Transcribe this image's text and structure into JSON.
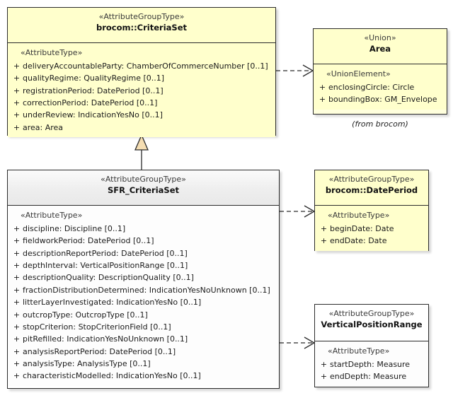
{
  "diagram": {
    "kind": "uml-class-diagram",
    "colors": {
      "class_fill_yellow": "#ffffcc",
      "class_fill_white": "#ffffff",
      "header_grey": "#eeeeee",
      "border": "#2b2b2b",
      "generalization_arrow_fill": "#f5deb3",
      "text": "#1a1a1a"
    }
  },
  "classes": {
    "criteria_set": {
      "stereotype": "«AttributeGroupType»",
      "name": "brocom::CriteriaSet",
      "group_stereotype": "«AttributeType»",
      "attributes": [
        {
          "visibility": "+",
          "text": "deliveryAccountableParty: ChamberOfCommerceNumber [0..1]"
        },
        {
          "visibility": "+",
          "text": "qualityRegime: QualityRegime [0..1]"
        },
        {
          "visibility": "+",
          "text": "registrationPeriod: DatePeriod [0..1]"
        },
        {
          "visibility": "+",
          "text": "correctionPeriod: DatePeriod [0..1]"
        },
        {
          "visibility": "+",
          "text": "underReview: IndicationYesNo [0..1]"
        },
        {
          "visibility": "+",
          "text": "area: Area"
        }
      ]
    },
    "area": {
      "stereotype": "«Union»",
      "name": "Area",
      "group_stereotype": "«UnionElement»",
      "attributes": [
        {
          "visibility": "+",
          "text": "enclosingCircle: Circle"
        },
        {
          "visibility": "+",
          "text": "boundingBox: GM_Envelope"
        }
      ],
      "package_note": "(from brocom)"
    },
    "sfr_criteria_set": {
      "stereotype": "«AttributeGroupType»",
      "name": "SFR_CriteriaSet",
      "group_stereotype": "«AttributeType»",
      "attributes": [
        {
          "visibility": "+",
          "text": "discipline: Discipline [0..1]"
        },
        {
          "visibility": "+",
          "text": "fieldworkPeriod: DatePeriod [0..1]"
        },
        {
          "visibility": "+",
          "text": "descriptionReportPeriod: DatePeriod [0..1]"
        },
        {
          "visibility": "+",
          "text": "depthInterval: VerticalPositionRange [0..1]"
        },
        {
          "visibility": "+",
          "text": "descriptionQuality: DescriptionQuality [0..1]"
        },
        {
          "visibility": "+",
          "text": "fractionDistributionDetermined: IndicationYesNoUnknown [0..1]"
        },
        {
          "visibility": "+",
          "text": "litterLayerInvestigated: IndicationYesNo [0..1]"
        },
        {
          "visibility": "+",
          "text": "outcropType: OutcropType [0..1]"
        },
        {
          "visibility": "+",
          "text": "stopCriterion: StopCriterionField [0..1]"
        },
        {
          "visibility": "+",
          "text": "pitRefilled: IndicationYesNoUnknown [0..1]"
        },
        {
          "visibility": "+",
          "text": "analysisReportPeriod: DatePeriod [0..1]"
        },
        {
          "visibility": "+",
          "text": "analysisType: AnalysisType [0..1]"
        },
        {
          "visibility": "+",
          "text": "characteristicModelled: IndicationYesNo [0..1]"
        }
      ]
    },
    "date_period": {
      "stereotype": "«AttributeGroupType»",
      "name": "brocom::DatePeriod",
      "group_stereotype": "«AttributeType»",
      "attributes": [
        {
          "visibility": "+",
          "text": "beginDate: Date"
        },
        {
          "visibility": "+",
          "text": "endDate: Date"
        }
      ]
    },
    "vertical_position_range": {
      "stereotype": "«AttributeGroupType»",
      "name": "VerticalPositionRange",
      "group_stereotype": "«AttributeType»",
      "attributes": [
        {
          "visibility": "+",
          "text": "startDepth: Measure"
        },
        {
          "visibility": "+",
          "text": "endDepth: Measure"
        }
      ]
    }
  },
  "relationships": [
    {
      "type": "generalization",
      "from": "SFR_CriteriaSet",
      "to": "brocom::CriteriaSet",
      "style": "solid-hollow-triangle"
    },
    {
      "type": "dependency",
      "from": "brocom::CriteriaSet",
      "to": "Area",
      "style": "dashed-open-arrow"
    },
    {
      "type": "dependency",
      "from": "SFR_CriteriaSet",
      "to": "brocom::DatePeriod",
      "style": "dashed-open-arrow"
    },
    {
      "type": "dependency",
      "from": "SFR_CriteriaSet",
      "to": "VerticalPositionRange",
      "style": "dashed-open-arrow"
    }
  ]
}
